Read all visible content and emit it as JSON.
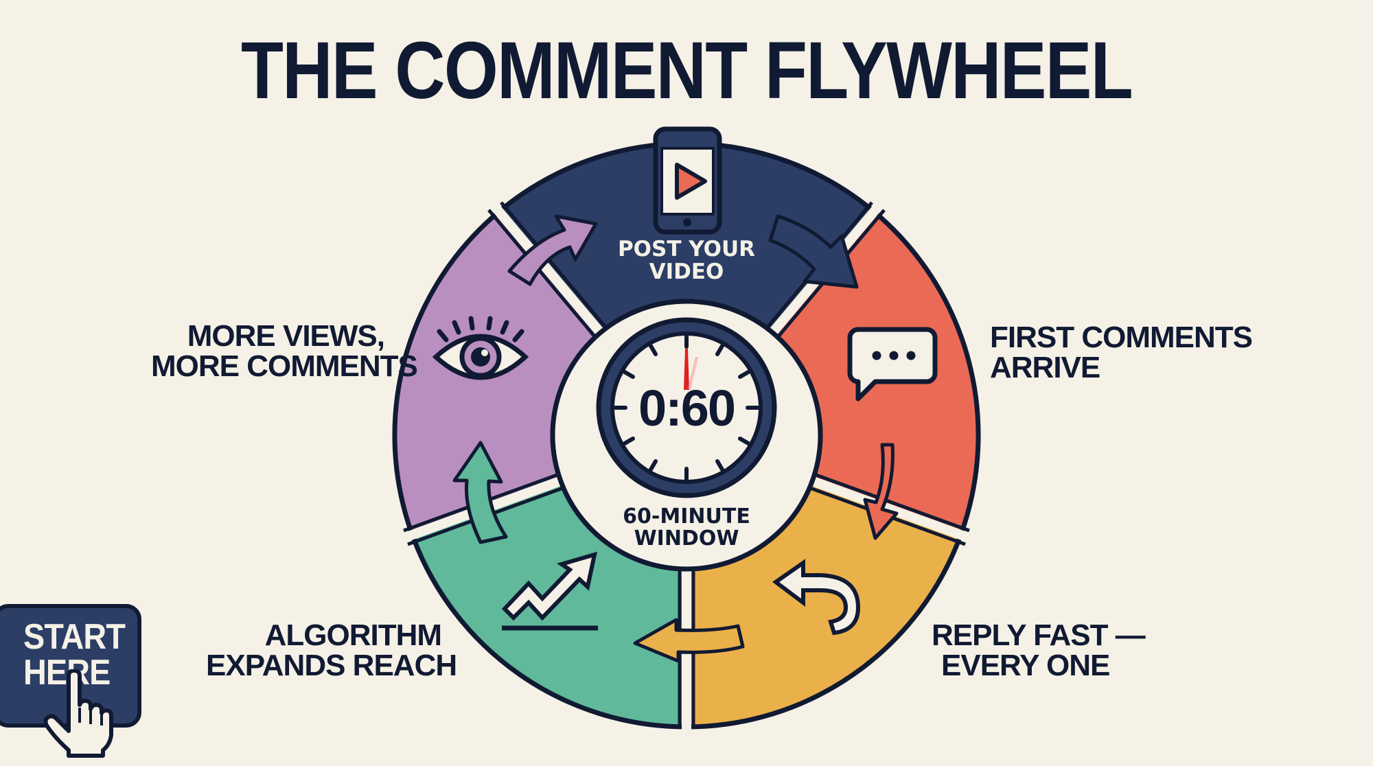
{
  "title": "THE COMMENT FLYWHEEL",
  "colors": {
    "background": "#f5f1e6",
    "outline": "#111a33",
    "navy": "#2c3e66",
    "red": "#eb6a55",
    "yellow": "#eab04a",
    "green": "#5fb99a",
    "purple": "#b98fc0",
    "clock_hand": "#e02020"
  },
  "center": {
    "timer": "0:60",
    "caption_line1": "60-MINUTE",
    "caption_line2": "WINDOW"
  },
  "steps": [
    {
      "id": 1,
      "color": "navy",
      "icon": "phone-play-icon",
      "label_line1": "POST YOUR",
      "label_line2": "VIDEO"
    },
    {
      "id": 2,
      "color": "red",
      "icon": "speech-bubble-icon",
      "label_line1": "FIRST COMMENTS",
      "label_line2": "ARRIVE"
    },
    {
      "id": 3,
      "color": "yellow",
      "icon": "reply-arrow-icon",
      "label_line1": "REPLY FAST —",
      "label_line2": "EVERY ONE"
    },
    {
      "id": 4,
      "color": "green",
      "icon": "trending-up-icon",
      "label_line1": "ALGORITHM",
      "label_line2": "EXPANDS REACH"
    },
    {
      "id": 5,
      "color": "purple",
      "icon": "eye-icon",
      "label_line1": "MORE VIEWS,",
      "label_line2": "MORE COMMENTS"
    }
  ],
  "start_button": {
    "line1": "START",
    "line2": "HERE",
    "icon": "pointing-hand-icon"
  }
}
